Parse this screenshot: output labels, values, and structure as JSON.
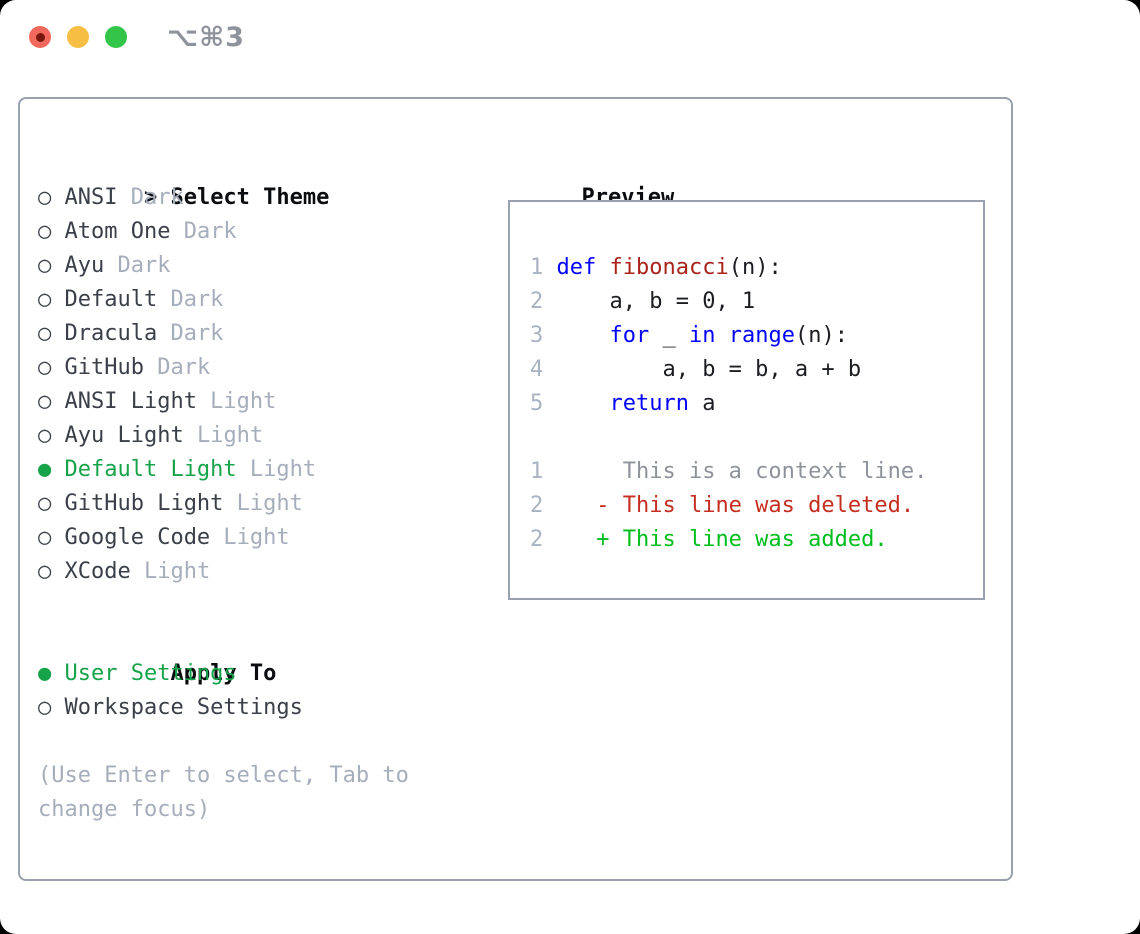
{
  "titlebar": {
    "shortcut": "⌥⌘3"
  },
  "colors": {
    "trafficred": "#f2685c",
    "trafficreddot": "#77170e",
    "trafficyellow": "#f6be43",
    "trafficgreen": "#32c548",
    "titlebargray": "#8e939b",
    "border": "#98a1ad",
    "headertext": "#0a0c10",
    "itemtext": "#3a3f48",
    "muted": "#a6adbb",
    "selected": "#16a34a",
    "linenum": "#a9b2c0",
    "keyword": "#0202fa",
    "function": "#a8231a",
    "plain": "#1b1d22",
    "context": "#8e939b",
    "deleted": "#c52f21",
    "added": "#00bd1e"
  },
  "markers": {
    "header": ">",
    "unselected": "○",
    "selected": "●"
  },
  "theme_list": {
    "header": "Select Theme",
    "items": [
      {
        "name": "ANSI",
        "variant": "Dark",
        "selected": false
      },
      {
        "name": "Atom One",
        "variant": "Dark",
        "selected": false
      },
      {
        "name": "Ayu",
        "variant": "Dark",
        "selected": false
      },
      {
        "name": "Default",
        "variant": "Dark",
        "selected": false
      },
      {
        "name": "Dracula",
        "variant": "Dark",
        "selected": false
      },
      {
        "name": "GitHub",
        "variant": "Dark",
        "selected": false
      },
      {
        "name": "ANSI Light",
        "variant": "Light",
        "selected": false
      },
      {
        "name": "Ayu Light",
        "variant": "Light",
        "selected": false
      },
      {
        "name": "Default Light",
        "variant": "Light",
        "selected": true
      },
      {
        "name": "GitHub Light",
        "variant": "Light",
        "selected": false
      },
      {
        "name": "Google Code",
        "variant": "Light",
        "selected": false
      },
      {
        "name": "XCode",
        "variant": "Light",
        "selected": false
      }
    ]
  },
  "apply_to": {
    "header": "Apply To",
    "options": [
      {
        "name": "User Settings",
        "selected": true
      },
      {
        "name": "Workspace Settings",
        "selected": false
      }
    ]
  },
  "footer": {
    "help_lines": [
      "(Use Enter to select, Tab to",
      "change focus)"
    ]
  },
  "preview": {
    "title": "Preview",
    "code_lines": [
      {
        "num": "1",
        "tokens": [
          {
            "t": "def",
            "c": "kw"
          },
          {
            "t": " ",
            "c": "pl"
          },
          {
            "t": "fibonacci",
            "c": "fn"
          },
          {
            "t": "(n):",
            "c": "pl"
          }
        ]
      },
      {
        "num": "2",
        "tokens": [
          {
            "t": "    a, b = 0, 1",
            "c": "pl"
          }
        ]
      },
      {
        "num": "3",
        "tokens": [
          {
            "t": "    ",
            "c": "pl"
          },
          {
            "t": "for",
            "c": "kw"
          },
          {
            "t": " _ ",
            "c": "pl"
          },
          {
            "t": "in",
            "c": "kw"
          },
          {
            "t": " ",
            "c": "pl"
          },
          {
            "t": "range",
            "c": "kw"
          },
          {
            "t": "(n):",
            "c": "pl"
          }
        ]
      },
      {
        "num": "4",
        "tokens": [
          {
            "t": "        a, b = b, a + b",
            "c": "pl"
          }
        ]
      },
      {
        "num": "5",
        "tokens": [
          {
            "t": "    ",
            "c": "pl"
          },
          {
            "t": "return",
            "c": "kw"
          },
          {
            "t": " a",
            "c": "pl"
          }
        ]
      }
    ],
    "diff_lines": [
      {
        "num": "1",
        "tokens": [
          {
            "t": "     This is a context line.",
            "c": "ctx"
          }
        ]
      },
      {
        "num": "2",
        "tokens": [
          {
            "t": "   - This line was deleted.",
            "c": "del"
          }
        ]
      },
      {
        "num": "2",
        "tokens": [
          {
            "t": "   + This line was added.",
            "c": "add"
          }
        ]
      }
    ]
  }
}
